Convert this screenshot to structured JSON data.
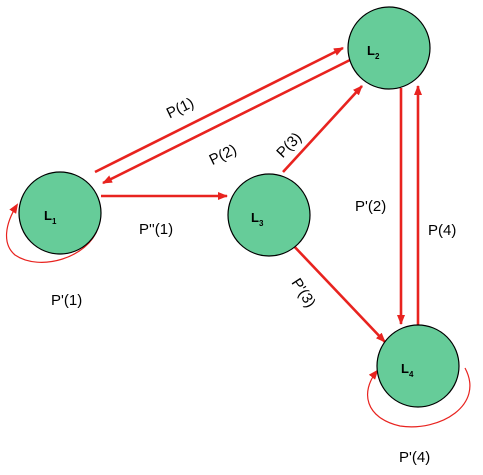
{
  "colors": {
    "edge": "#e8231f",
    "node_fill": "#66cc99",
    "node_stroke": "#000000"
  },
  "nodes": {
    "L1": {
      "main": "L",
      "sub": "1"
    },
    "L2": {
      "main": "L",
      "sub": "2"
    },
    "L3": {
      "main": "L",
      "sub": "3"
    },
    "L4": {
      "main": "L",
      "sub": "4"
    }
  },
  "edges": {
    "p1": "P(1)",
    "p2": "P(2)",
    "p3": "P(3)",
    "p4": "P(4)",
    "pp1": "P''(1)",
    "pprime1": "P'(1)",
    "pprime2": "P'(2)",
    "pprime3": "P'(3)",
    "pprime4": "P'(4)"
  }
}
